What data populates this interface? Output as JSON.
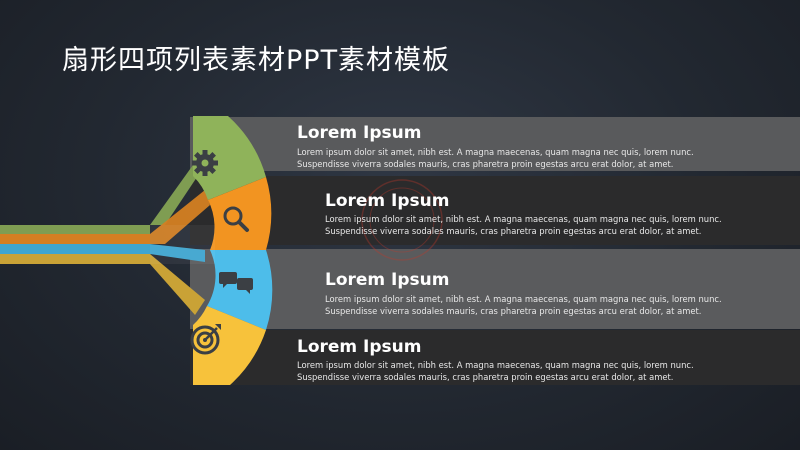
{
  "slide": {
    "title": "扇形四项列表素材PPT素材模板"
  },
  "items": [
    {
      "heading": "Lorem Ipsum",
      "line1": "Lorem ipsum dolor sit amet, nibh est. A magna maecenas, quam magna nec quis, lorem nunc.",
      "line2": "Suspendisse viverra sodales mauris, cras pharetra proin egestas arcu erat dolor, at amet.",
      "color": "#8fb35a",
      "icon": "gear-icon"
    },
    {
      "heading": "Lorem Ipsum",
      "line1": "Lorem ipsum dolor sit amet, nibh est. A magna maecenas, quam magna nec quis, lorem nunc.",
      "line2": "Suspendisse viverra sodales mauris, cras pharetra proin egestas arcu erat dolor, at amet.",
      "color": "#f29421",
      "icon": "search-icon"
    },
    {
      "heading": "Lorem Ipsum",
      "line1": "Lorem ipsum dolor sit amet, nibh est. A magna maecenas, quam magna nec quis, lorem nunc.",
      "line2": "Suspendisse viverra sodales mauris, cras pharetra proin egestas arcu erat dolor, at amet.",
      "color": "#4dbdea",
      "icon": "chat-icon"
    },
    {
      "heading": "Lorem Ipsum",
      "line1": "Lorem ipsum dolor sit amet, nibh est. A magna maecenas, quam magna nec quis, lorem nunc.",
      "line2": "Suspendisse viverra sodales mauris, cras pharetra proin egestas arcu erat dolor, at amet.",
      "color": "#f7c23b",
      "icon": "target-icon"
    }
  ]
}
